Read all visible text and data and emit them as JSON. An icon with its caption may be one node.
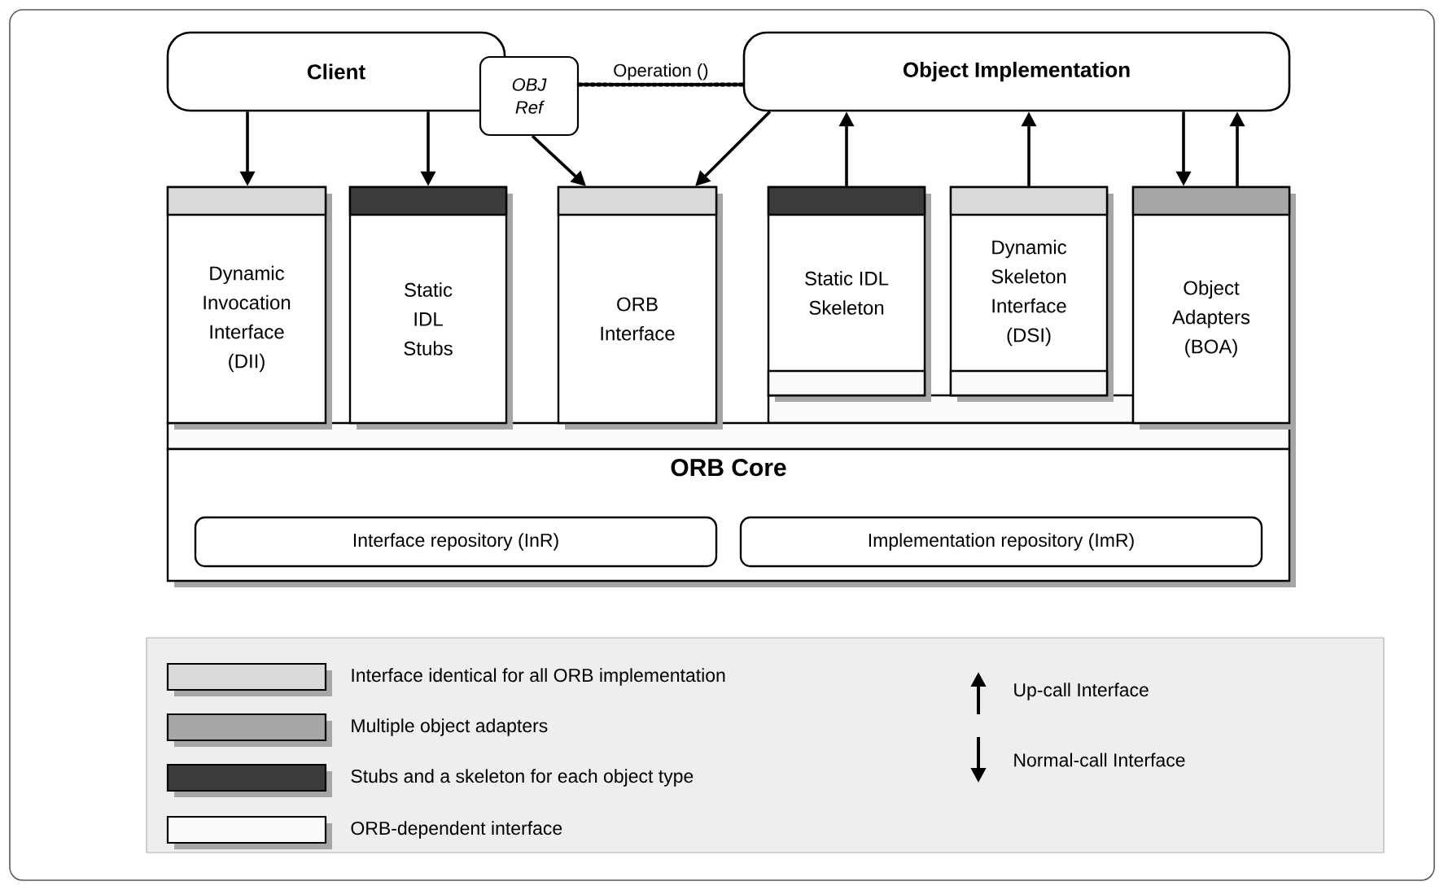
{
  "diagram": {
    "nodes": [
      {
        "text": [
          "Client"
        ]
      },
      {
        "text": [
          "OBJ Ref"
        ]
      },
      {
        "text": [
          "Object Implementation"
        ]
      },
      {
        "text": [
          "Dynamic Invocation Interface (DII)"
        ]
      },
      {
        "text": [
          "Static IDL Stubs"
        ]
      },
      {
        "text": [
          "ORB Interface"
        ]
      },
      {
        "text": [
          "Static IDL Skeleton"
        ]
      },
      {
        "text": [
          "Dynamic Skeleton Interface (DSI)"
        ]
      },
      {
        "text": [
          "Object Adapters (BOA)"
        ]
      },
      {
        "text": [
          "ORB Core"
        ]
      },
      {
        "text": [
          "Interface repository (InR)"
        ],
        "in": 9
      },
      {
        "text": [
          "Implementation repository (ImR)"
        ],
        "in": 9
      }
    ],
    "edges": [
      {
        "from": 0,
        "to": 3,
        "arrow": "to"
      },
      {
        "from": 0,
        "to": 4,
        "arrow": "to"
      },
      {
        "from": 1,
        "to": 2,
        "arrow": "none",
        "style": "dashed",
        "label": "Operation ()"
      },
      {
        "from": 1,
        "to": 5,
        "arrow": "to"
      },
      {
        "from": 2,
        "to": 5,
        "arrow": "to"
      },
      {
        "from": 6,
        "to": 2,
        "arrow": "to"
      },
      {
        "from": 7,
        "to": 2,
        "arrow": "to"
      },
      {
        "from": 2,
        "to": 8,
        "arrow": "to"
      },
      {
        "from": 8,
        "to": 2,
        "arrow": "to"
      }
    ],
    "legend": [
      {
        "text": "Interface identical for all ORB implementation",
        "color": "#d9d9d9"
      },
      {
        "text": "Multiple object adapters",
        "color": "#a6a6a6"
      },
      {
        "text": "Stubs and a skeleton for each object type",
        "color": "#3c3c3c"
      },
      {
        "text": "ORB-dependent interface",
        "color": "#fafafa"
      },
      {
        "text": "Up-call Interface"
      },
      {
        "text": "Normal-call Interface"
      }
    ]
  }
}
